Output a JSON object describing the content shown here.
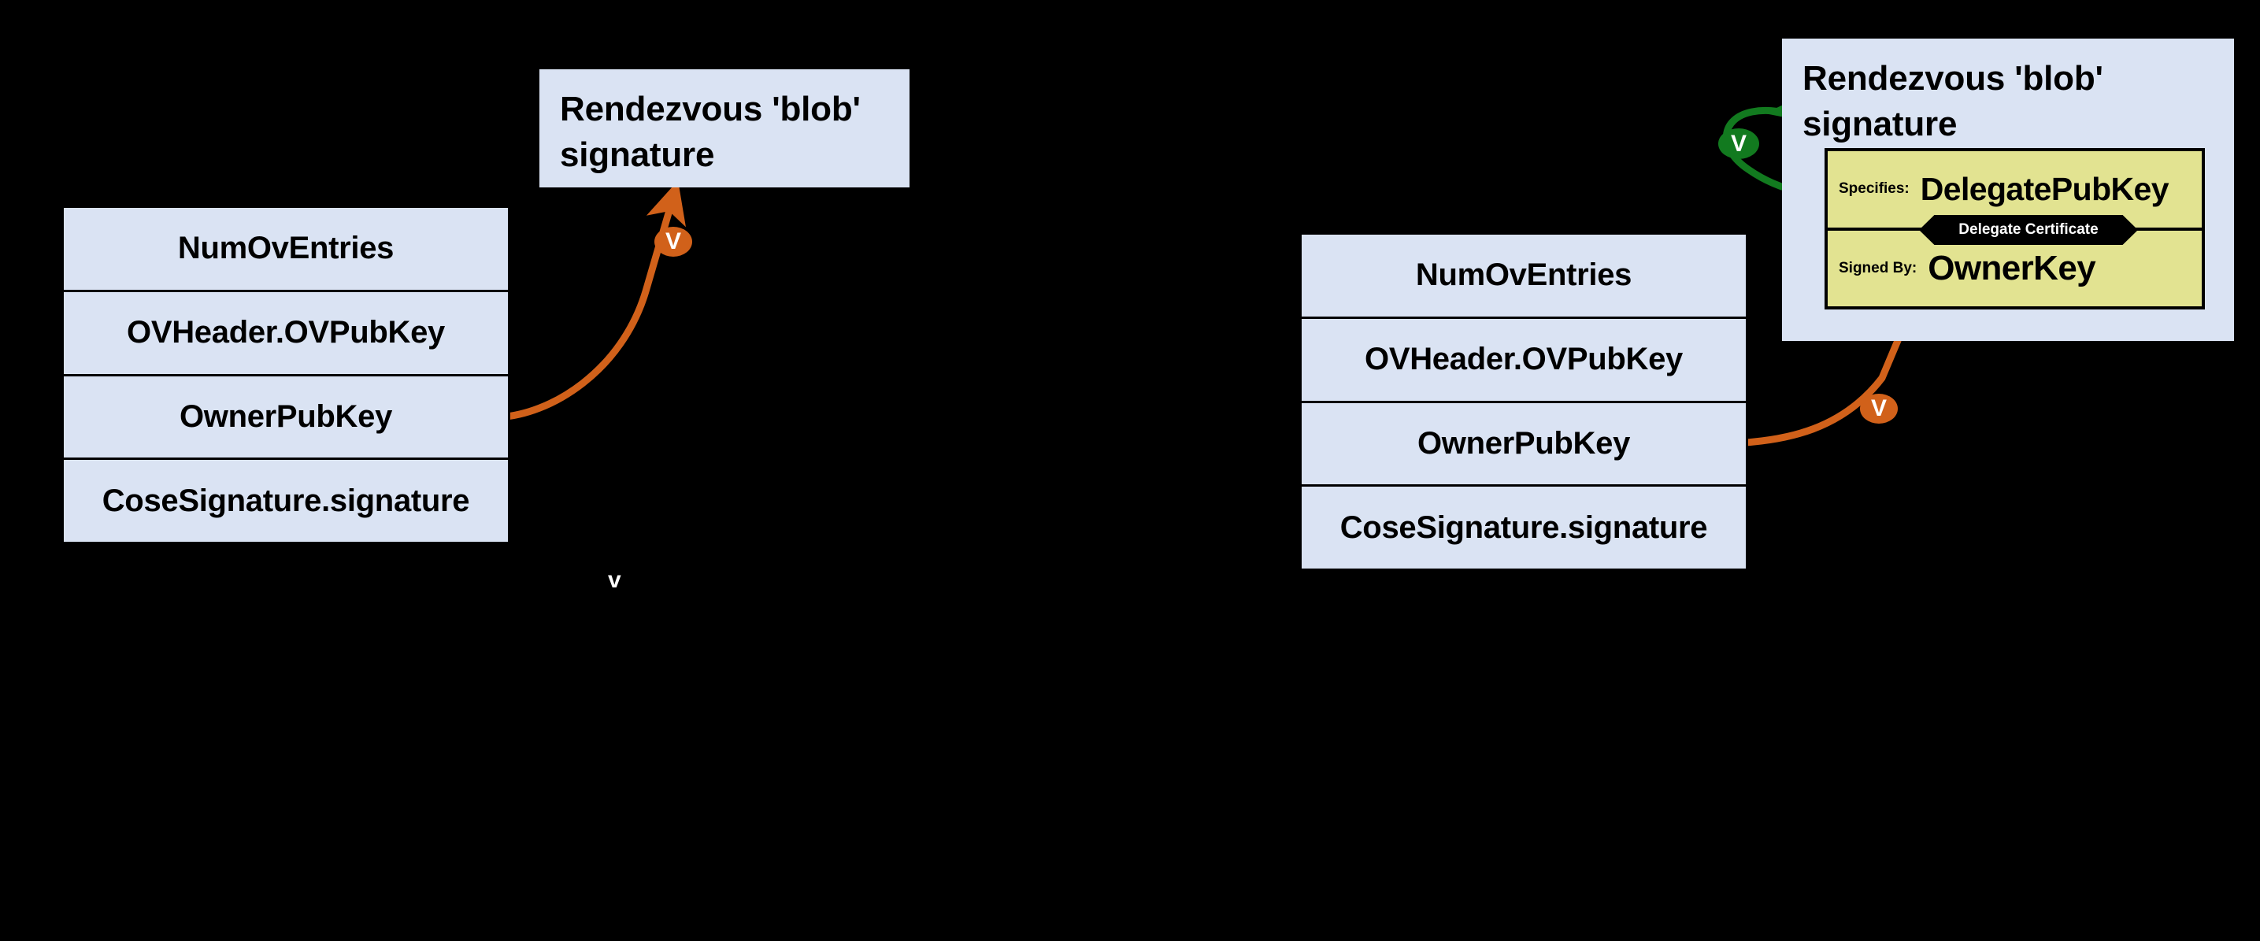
{
  "diagram": {
    "background_color": "#000000",
    "palette": {
      "box_blue": "#dae3f3",
      "cert_yellow": "#e2e391",
      "arrow_orange": "#d1611a",
      "arrow_green": "#127a1f",
      "stroke_black": "#000000",
      "badge_text": "#ffffff"
    }
  },
  "left_panel": {
    "blob_box": {
      "title": "Rendezvous 'blob'\nsignature"
    },
    "ov_table": {
      "rows": [
        {
          "label": "NumOvEntries"
        },
        {
          "label": "OVHeader.OVPubKey"
        },
        {
          "label": "OwnerPubKey"
        },
        {
          "label": "CoseSignature.signature"
        }
      ]
    },
    "verify_badge": {
      "label": "V",
      "color": "#d1611a"
    },
    "stray_glyph": {
      "label": "v"
    }
  },
  "right_panel": {
    "blob_box": {
      "title": "Rendezvous 'blob'\nsignature"
    },
    "ov_table": {
      "rows": [
        {
          "label": "NumOvEntries"
        },
        {
          "label": "OVHeader.OVPubKey"
        },
        {
          "label": "OwnerPubKey"
        },
        {
          "label": "CoseSignature.signature"
        }
      ]
    },
    "delegate_certificate": {
      "banner_label": "Delegate Certificate",
      "specifies_label": "Specifies:",
      "specifies_value": "DelegatePubKey",
      "signed_by_label": "Signed By:",
      "signed_by_value": "OwnerKey"
    },
    "verify_badge_green": {
      "label": "V",
      "color": "#127a1f"
    },
    "verify_badge_orange": {
      "label": "V",
      "color": "#d1611a"
    }
  }
}
